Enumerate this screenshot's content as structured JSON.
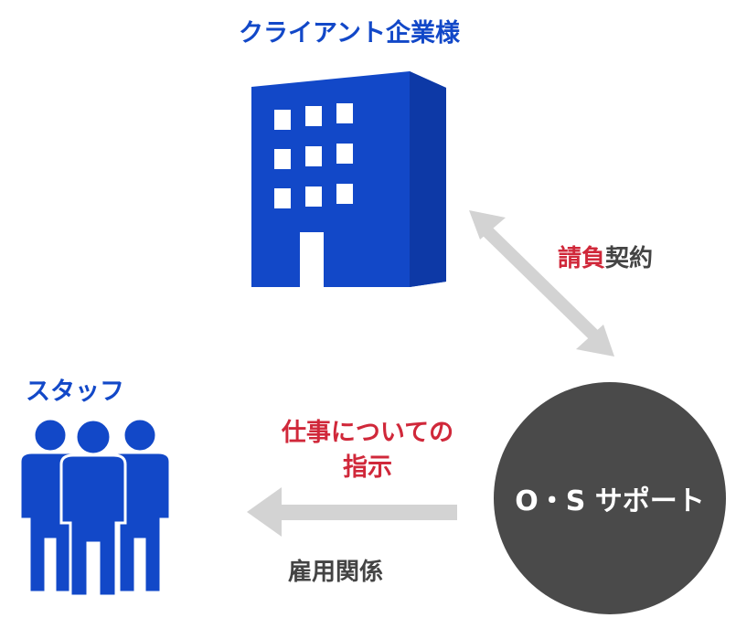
{
  "client": {
    "title": "クライアント企業様",
    "icon": "building-icon",
    "color": "#1248c8"
  },
  "staff": {
    "title": "スタッフ",
    "icon": "people-icon",
    "color": "#1248c8"
  },
  "contract": {
    "label_part1": "請負",
    "label_part2": "契約",
    "accent": "#d0283a"
  },
  "instruction": {
    "line1": "仕事についての",
    "line2": "指示"
  },
  "employment": {
    "label": "雇用関係"
  },
  "company": {
    "name": "O・S サポート",
    "circle_color": "#4a4a4a"
  },
  "arrow_color": "#d3d3d3"
}
